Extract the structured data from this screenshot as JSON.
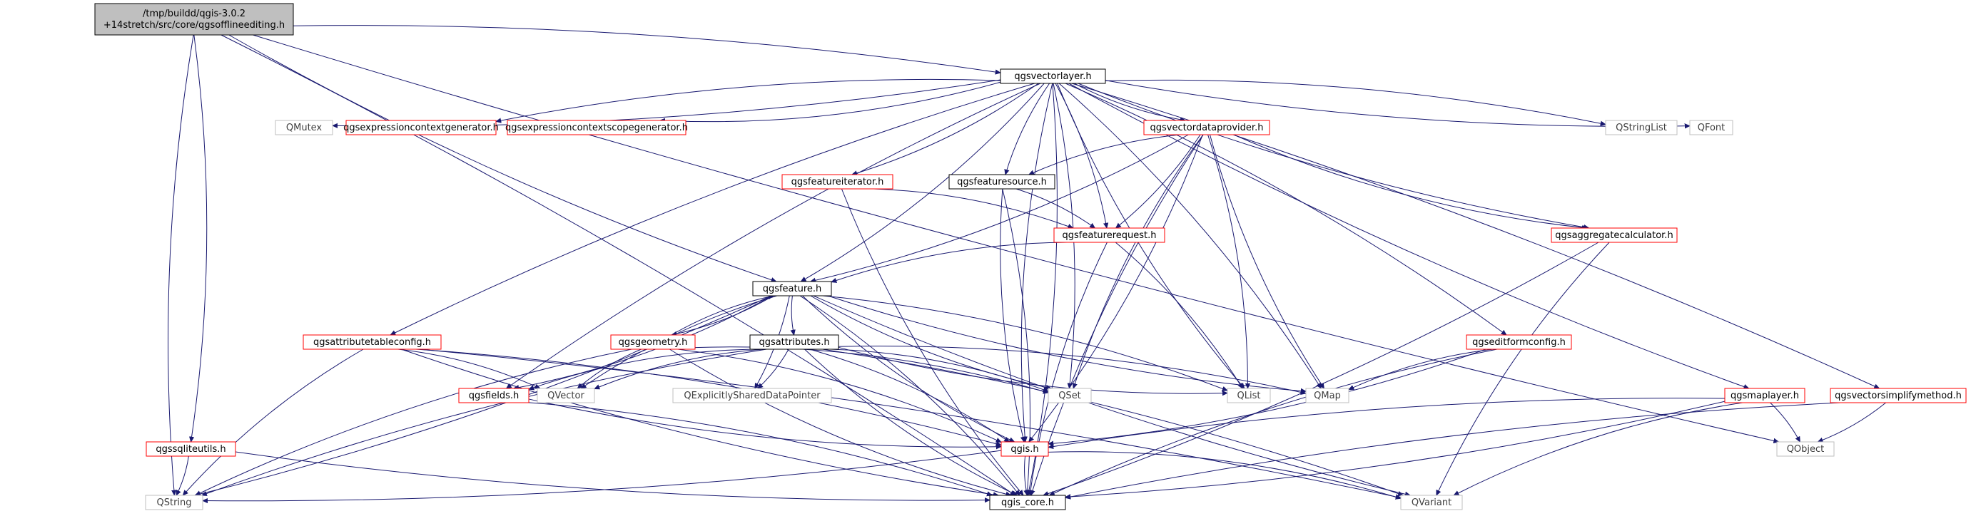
{
  "colors": {
    "edge": "#191970",
    "box_black": "#000000",
    "box_red": "#ff0000",
    "box_gray": "#bfbfbf",
    "highlight_fill": "#bfbfbf",
    "text": "#000000",
    "text_gray": "#404040"
  },
  "nodes": [
    {
      "id": "root",
      "lines": [
        "/tmp/buildd/qgis-3.0.2",
        "+14stretch/src/core/qgsofflineediting.h"
      ],
      "style": "highlight"
    },
    {
      "id": "vectorlayer",
      "lines": [
        "qgsvectorlayer.h"
      ],
      "style": "black"
    },
    {
      "id": "qmutex",
      "lines": [
        "QMutex"
      ],
      "style": "gray"
    },
    {
      "id": "exprctxgen",
      "lines": [
        "qgsexpressioncontextgenerator.h"
      ],
      "style": "red"
    },
    {
      "id": "exprscopegen",
      "lines": [
        "qgsexpressioncontextscopegenerator.h"
      ],
      "style": "red"
    },
    {
      "id": "vdp",
      "lines": [
        "qgsvectordataprovider.h"
      ],
      "style": "red"
    },
    {
      "id": "qstringlist",
      "lines": [
        "QStringList"
      ],
      "style": "gray"
    },
    {
      "id": "qfont",
      "lines": [
        "QFont"
      ],
      "style": "gray"
    },
    {
      "id": "featureiterator",
      "lines": [
        "qgsfeatureiterator.h"
      ],
      "style": "red"
    },
    {
      "id": "featuresource",
      "lines": [
        "qgsfeaturesource.h"
      ],
      "style": "black"
    },
    {
      "id": "featurerequest",
      "lines": [
        "qgsfeaturerequest.h"
      ],
      "style": "red"
    },
    {
      "id": "aggcalc",
      "lines": [
        "qgsaggregatecalculator.h"
      ],
      "style": "red"
    },
    {
      "id": "feature",
      "lines": [
        "qgsfeature.h"
      ],
      "style": "black"
    },
    {
      "id": "attrtableconfig",
      "lines": [
        "qgsattributetableconfig.h"
      ],
      "style": "red"
    },
    {
      "id": "geometry",
      "lines": [
        "qgsgeometry.h"
      ],
      "style": "red"
    },
    {
      "id": "attributes",
      "lines": [
        "qgsattributes.h"
      ],
      "style": "black"
    },
    {
      "id": "editformconfig",
      "lines": [
        "qgseditformconfig.h"
      ],
      "style": "red"
    },
    {
      "id": "maplayer",
      "lines": [
        "qgsmaplayer.h"
      ],
      "style": "red"
    },
    {
      "id": "simplify",
      "lines": [
        "qgsvectorsimplifymethod.h"
      ],
      "style": "red"
    },
    {
      "id": "fields",
      "lines": [
        "qgsfields.h"
      ],
      "style": "red"
    },
    {
      "id": "qvector",
      "lines": [
        "QVector"
      ],
      "style": "gray"
    },
    {
      "id": "qshared",
      "lines": [
        "QExplicitlySharedDataPointer"
      ],
      "style": "gray"
    },
    {
      "id": "qset",
      "lines": [
        "QSet"
      ],
      "style": "gray"
    },
    {
      "id": "qlist",
      "lines": [
        "QList"
      ],
      "style": "gray"
    },
    {
      "id": "qmap",
      "lines": [
        "QMap"
      ],
      "style": "gray"
    },
    {
      "id": "sqliteutils",
      "lines": [
        "qgssqliteutils.h"
      ],
      "style": "red"
    },
    {
      "id": "qgis",
      "lines": [
        "qgis.h"
      ],
      "style": "red"
    },
    {
      "id": "qobject",
      "lines": [
        "QObject"
      ],
      "style": "gray"
    },
    {
      "id": "qstring",
      "lines": [
        "QString"
      ],
      "style": "gray"
    },
    {
      "id": "qgiscore",
      "lines": [
        "qgis_core.h"
      ],
      "style": "black"
    },
    {
      "id": "qvariant",
      "lines": [
        "QVariant"
      ],
      "style": "gray"
    }
  ],
  "edges": [
    [
      "root",
      "vectorlayer"
    ],
    [
      "root",
      "qobject"
    ],
    [
      "root",
      "sqliteutils"
    ],
    [
      "root",
      "qstring"
    ],
    [
      "root",
      "qgiscore"
    ],
    [
      "root",
      "feature"
    ],
    [
      "vectorlayer",
      "qmutex"
    ],
    [
      "vectorlayer",
      "exprctxgen"
    ],
    [
      "vectorlayer",
      "exprscopegen"
    ],
    [
      "vectorlayer",
      "vdp"
    ],
    [
      "vectorlayer",
      "qstringlist"
    ],
    [
      "vectorlayer",
      "qfont"
    ],
    [
      "vectorlayer",
      "featureiterator"
    ],
    [
      "vectorlayer",
      "featuresource"
    ],
    [
      "vectorlayer",
      "featurerequest"
    ],
    [
      "vectorlayer",
      "aggcalc"
    ],
    [
      "vectorlayer",
      "feature"
    ],
    [
      "vectorlayer",
      "attrtableconfig"
    ],
    [
      "vectorlayer",
      "editformconfig"
    ],
    [
      "vectorlayer",
      "maplayer"
    ],
    [
      "vectorlayer",
      "simplify"
    ],
    [
      "vectorlayer",
      "fields"
    ],
    [
      "vectorlayer",
      "qset"
    ],
    [
      "vectorlayer",
      "qlist"
    ],
    [
      "vectorlayer",
      "qmap"
    ],
    [
      "vectorlayer",
      "qgis"
    ],
    [
      "vectorlayer",
      "qgiscore"
    ],
    [
      "vdp",
      "featuresource"
    ],
    [
      "vdp",
      "featurerequest"
    ],
    [
      "vdp",
      "aggcalc"
    ],
    [
      "vdp",
      "feature"
    ],
    [
      "vdp",
      "qset"
    ],
    [
      "vdp",
      "qlist"
    ],
    [
      "vdp",
      "qmap"
    ],
    [
      "vdp",
      "qgis"
    ],
    [
      "vdp",
      "qgiscore"
    ],
    [
      "featureiterator",
      "featurerequest"
    ],
    [
      "featureiterator",
      "qgiscore"
    ],
    [
      "featuresource",
      "featurerequest"
    ],
    [
      "featuresource",
      "qgis"
    ],
    [
      "featuresource",
      "qgiscore"
    ],
    [
      "featurerequest",
      "feature"
    ],
    [
      "featurerequest",
      "qlist"
    ],
    [
      "featurerequest",
      "qgiscore"
    ],
    [
      "aggcalc",
      "qgiscore"
    ],
    [
      "aggcalc",
      "qvariant"
    ],
    [
      "feature",
      "geometry"
    ],
    [
      "feature",
      "attributes"
    ],
    [
      "feature",
      "fields"
    ],
    [
      "feature",
      "qvector"
    ],
    [
      "feature",
      "qshared"
    ],
    [
      "feature",
      "qset"
    ],
    [
      "feature",
      "qlist"
    ],
    [
      "feature",
      "qmap"
    ],
    [
      "feature",
      "qstring"
    ],
    [
      "feature",
      "qgis"
    ],
    [
      "feature",
      "qgiscore"
    ],
    [
      "feature",
      "qvariant"
    ],
    [
      "geometry",
      "feature"
    ],
    [
      "geometry",
      "qvector"
    ],
    [
      "geometry",
      "qset"
    ],
    [
      "geometry",
      "qstring"
    ],
    [
      "geometry",
      "qgis"
    ],
    [
      "geometry",
      "qgiscore"
    ],
    [
      "attributes",
      "qshared"
    ],
    [
      "attributes",
      "qvector"
    ],
    [
      "attributes",
      "qset"
    ],
    [
      "attributes",
      "qlist"
    ],
    [
      "attributes",
      "qmap"
    ],
    [
      "attributes",
      "qstring"
    ],
    [
      "attributes",
      "qgis"
    ],
    [
      "attributes",
      "qgiscore"
    ],
    [
      "attributes",
      "qvariant"
    ],
    [
      "attributes",
      "fields"
    ],
    [
      "attrtableconfig",
      "qvector"
    ],
    [
      "attrtableconfig",
      "qstring"
    ],
    [
      "attrtableconfig",
      "qgis"
    ],
    [
      "attrtableconfig",
      "qgiscore"
    ],
    [
      "attrtableconfig",
      "qvariant"
    ],
    [
      "fields",
      "qgis"
    ],
    [
      "fields",
      "qgiscore"
    ],
    [
      "editformconfig",
      "qmap"
    ],
    [
      "editformconfig",
      "qgis"
    ],
    [
      "editformconfig",
      "qgiscore"
    ],
    [
      "maplayer",
      "qobject"
    ],
    [
      "maplayer",
      "qgis"
    ],
    [
      "maplayer",
      "qgiscore"
    ],
    [
      "maplayer",
      "qvariant"
    ],
    [
      "simplify",
      "qobject"
    ],
    [
      "simplify",
      "qgiscore"
    ],
    [
      "sqliteutils",
      "qstring"
    ],
    [
      "sqliteutils",
      "qgiscore"
    ],
    [
      "qgis",
      "qstring"
    ],
    [
      "qgis",
      "qgiscore"
    ],
    [
      "qgis",
      "qvariant"
    ]
  ]
}
